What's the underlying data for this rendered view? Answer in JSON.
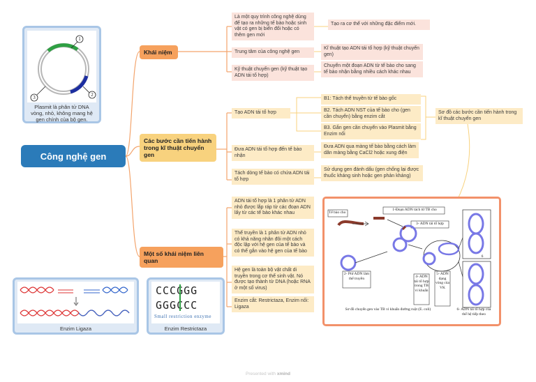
{
  "root": {
    "title": "Công nghệ gen"
  },
  "plasmid_card": {
    "caption": "Plasmit là phân tử DNA vòng, nhỏ, không mang hệ gen chính của bộ gen.",
    "labels": [
      "1",
      "2",
      "3"
    ]
  },
  "ligaza_card": {
    "caption": "Enzim Ligaza"
  },
  "restrictaza_card": {
    "caption": "Enzim Restrictaza",
    "top_seq": "CCCGGG",
    "bottom_seq": "GGGCCC",
    "sub": "Small restriction enzyme"
  },
  "branches": [
    {
      "label": "Khái niệm",
      "children": [
        {
          "text": "Là một quy trình công nghệ dùng để tạo ra những tế bào hoặc sinh vật có gen bị biến đổi hoặc có thêm gen mới",
          "detail": "Tạo ra cơ thể với những đặc điểm mới."
        },
        {
          "text": "Trung tâm của công nghệ gen",
          "detail": "Kĩ thuật tạo ADN tái tổ hợp (kỹ thuật chuyển gen)"
        },
        {
          "text": "Kỹ thuật chuyển gen (kỹ thuật tạo ADN tái tổ hợp)",
          "detail": "Chuyển một đoạn ADN từ tế bào cho sang tế bào nhận bằng nhiều cách khác nhau"
        }
      ]
    },
    {
      "label": "Các bước cần tiến hành trong kĩ thuật chuyển gen",
      "children": [
        {
          "text": "Tạo ADN tái tổ hợp",
          "steps": [
            "B1: Tách thể truyền từ tế bào gốc",
            "B2. Tách ADN NST của tế bào cho (gen cần chuyển) bằng enzim cắt",
            "B3. Gắn gen cần chuyển vào Plasmit bằng Enzim nối"
          ]
        },
        {
          "text": "Đưa ADN tái tổ hợp đến tế bào nhận",
          "detail": "Đưa ADN qua màng tế bào bằng cách làm dãn màng bằng CaCl2 hoặc xung điện"
        },
        {
          "text": "Tách dòng tế bào có chứa ADN tái tổ hợp",
          "detail": "Sử dụng gen đánh dấu (gen chống lại được thuốc kháng sinh hoặc gen phản kháng)"
        }
      ],
      "summary": "Sơ đồ các bước cần tiến hành trong kĩ thuật chuyển gen"
    },
    {
      "label": "Một số khái niệm liên quan",
      "children": [
        {
          "text": "ADN tái tổ hợp là 1 phân tử ADN nhỏ được lắp ráp từ các đoạn ADN lấy từ các tế bào khác nhau"
        },
        {
          "text": "Thể truyền là 1 phân tử ADN nhỏ có khả năng nhân đôi một cách độc lập với hệ gen của tế bào và có thể gắn vào hệ gen của tế bào"
        },
        {
          "text": "Hệ gen là toàn bộ vật chất di truyền trong cơ thể sinh vật. Nó được tạo thành từ DNA (hoặc RNA ở một số virus)"
        },
        {
          "text": "Enzim cắt: Restrictaza, Enzim nối: Ligaza"
        }
      ]
    }
  ],
  "figure": {
    "labels": {
      "te_bao_cho": "Tế bào cho",
      "step1": "1-Đoạn ADN tách từ TB cho",
      "step3": "3- ADN tái tổ hợp",
      "step2": "2- Ptử ADN làm thể truyền",
      "step4": "4- ADN tái tổ hợp trong TB vi khuẩn",
      "step5": "5- ADN dạng vòng của VK",
      "six": "6",
      "step6": "6- ADN tái tổ hợp của thế hệ tiếp theo"
    },
    "caption": "Sơ đồ chuyển gen vào TB vi khuẩn đường ruột (E. coli)"
  },
  "footer": {
    "prefix": "Presented with",
    "brand": "xmind"
  }
}
